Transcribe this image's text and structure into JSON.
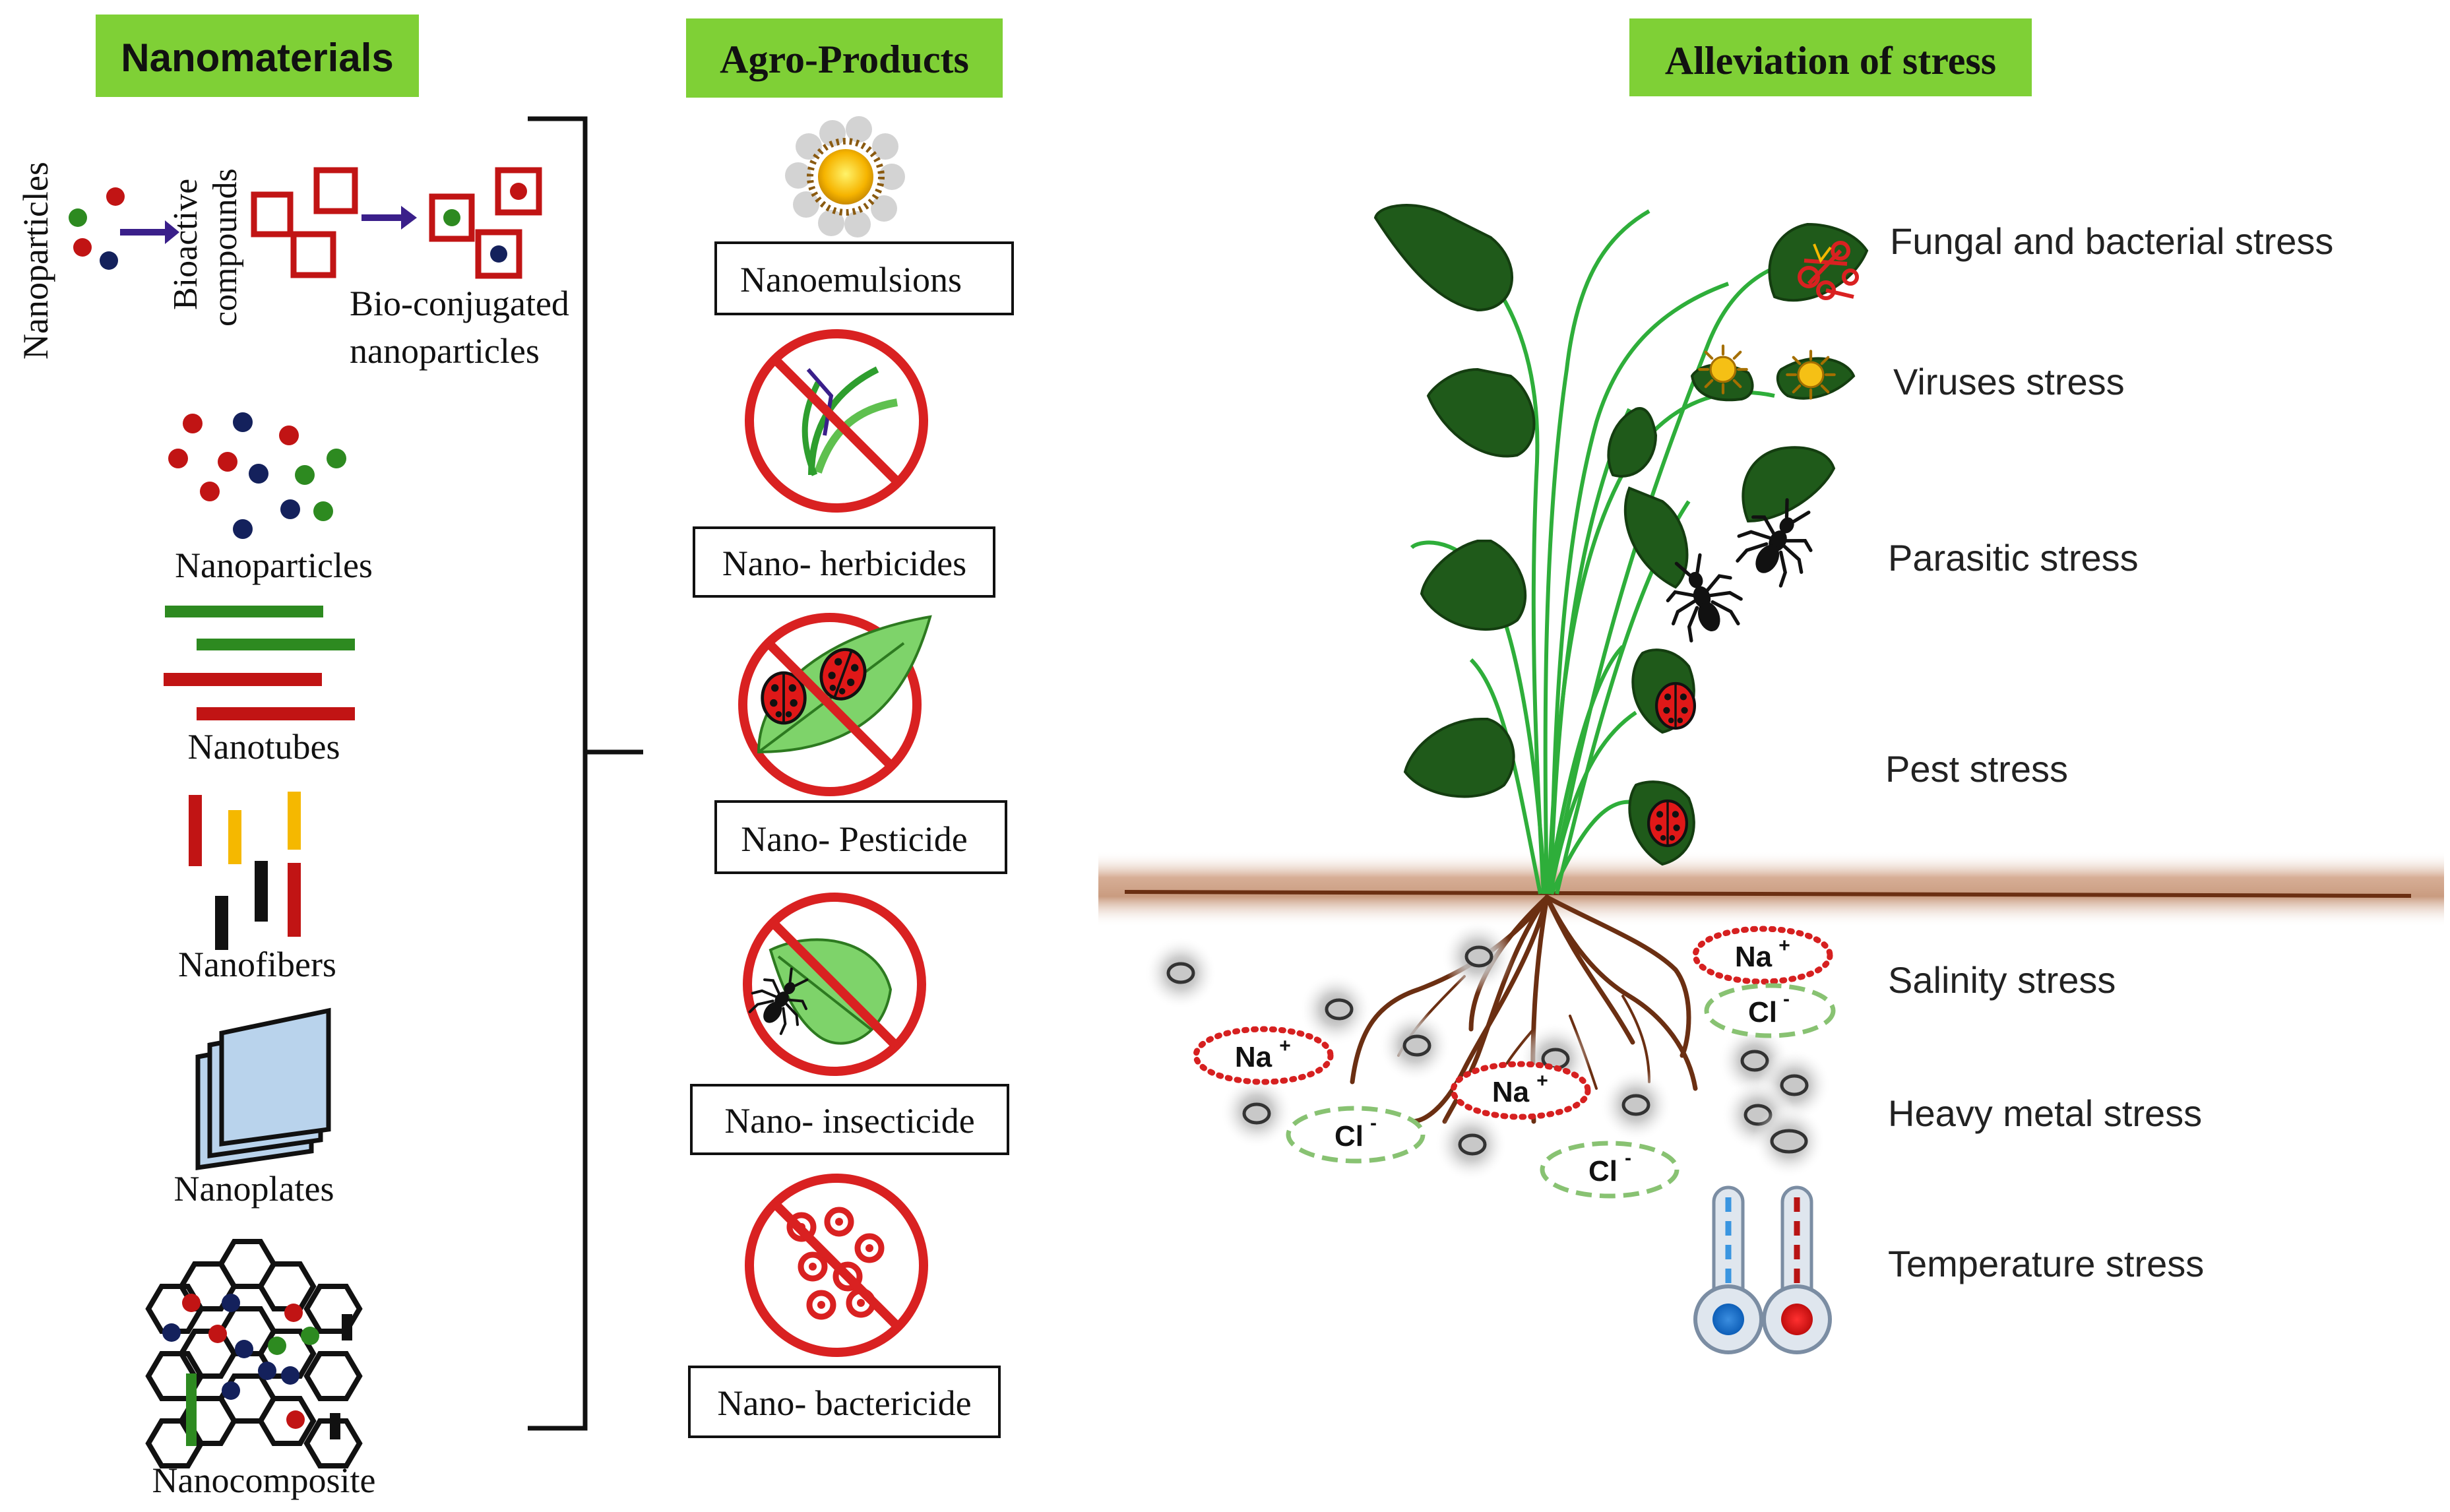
{
  "headers": {
    "nanomaterials": "Nanomaterials",
    "agro_products": "Agro-Products",
    "alleviation": "Alleviation  of stress"
  },
  "nanomaterials": {
    "conjugation": {
      "nanoparticles": "Nanoparticles",
      "bioactive_line1": "Bioactive",
      "bioactive_line2": "compounds",
      "bioconjugated_line1": "Bio-conjugated",
      "bioconjugated_line2": "nanoparticles"
    },
    "types": [
      "Nanoparticles",
      "Nanotubes",
      "Nanofibers",
      "Nanoplates",
      "Nanocomposite"
    ]
  },
  "agro_products": [
    "Nanoemulsions",
    "Nano- herbicides",
    "Nano- Pesticide",
    "Nano- insecticide",
    "Nano- bactericide"
  ],
  "stresses": [
    "Fungal and bacterial stress",
    "Viruses stress",
    "Parasitic stress",
    "Pest stress",
    "Salinity stress",
    "Heavy metal stress",
    "Temperature  stress"
  ],
  "ions": {
    "na": "Na",
    "cl": "Cl",
    "na_charge": "+",
    "cl_charge": "-"
  },
  "colors": {
    "header_green": "#7fd036",
    "leaf_green": "#1f5a1a",
    "stem_green": "#2eae3a",
    "soil_brown": "#6b2f12",
    "prohibit_red": "#d92121",
    "na_red": "#d62020",
    "cl_green": "#88c272",
    "nano_red": "#c11414",
    "nano_green": "#2d8a20",
    "nano_navy": "#14215c",
    "nano_yellow": "#f5b800",
    "plate_blue": "#b9d3ec"
  },
  "icons": [
    "arrow-icon",
    "nanoemulsion-icon",
    "no-herbicide-icon",
    "no-pest-icon",
    "no-insect-icon",
    "no-bacteria-icon",
    "plant-icon",
    "beetle-icon",
    "insect-icon",
    "virus-icon",
    "fungus-icon",
    "thermometer-cold-icon",
    "thermometer-hot-icon"
  ]
}
